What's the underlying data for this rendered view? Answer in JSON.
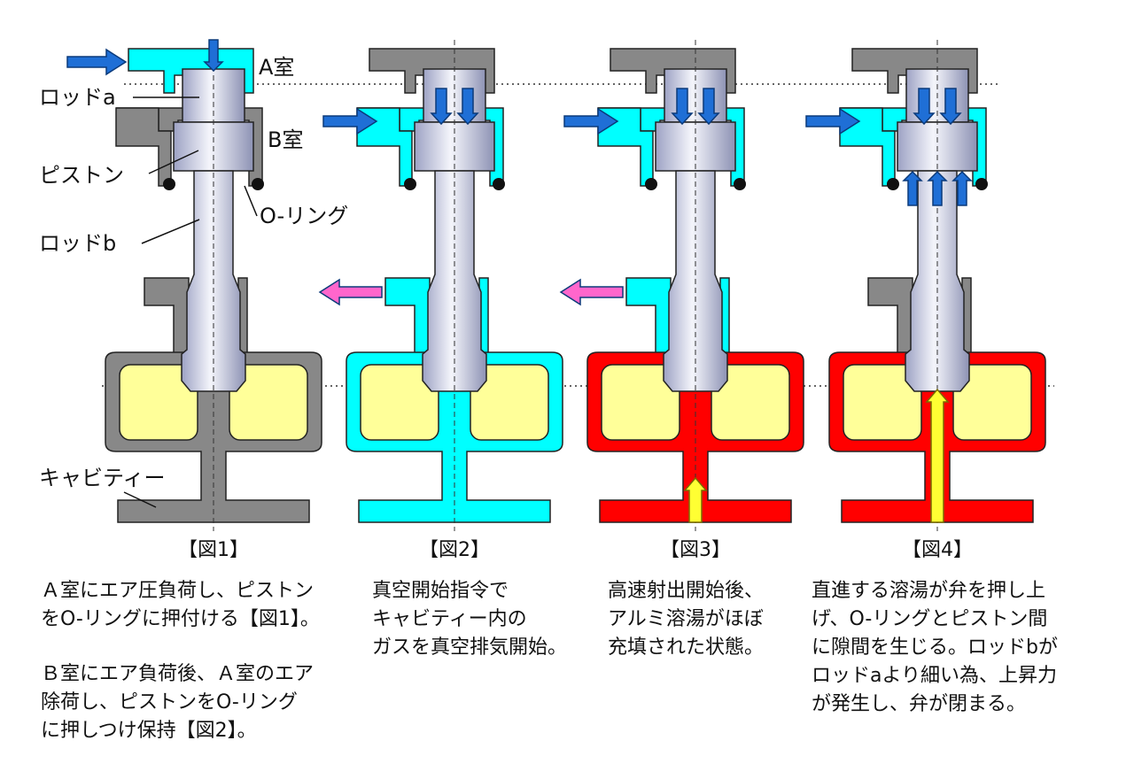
{
  "labels": {
    "chamber_a": "A室",
    "chamber_b": "B室",
    "rod_a": "ロッドa",
    "piston": "ピストン",
    "o_ring": "O-リング",
    "rod_b": "ロッドb",
    "cavity": "キャビティー"
  },
  "captions": [
    "【図1】",
    "【図2】",
    "【図3】",
    "【図4】"
  ],
  "descriptions": {
    "fig1_a": "Ａ室にエア圧負荷し、ピストン\nをO-リングに押付ける【図1】。",
    "fig1_b": "Ｂ室にエア負荷後、Ａ室のエア\n除荷し、ピストンをO-リング\nに押しつけ保持【図2】。",
    "fig2": "真空開始指令で\nキャビティー内の\nガスを真空排気開始。",
    "fig3": "高速射出開始後、\nアルミ溶湯がほぼ\n充填された状態。",
    "fig4": "直進する溶湯が弁を押し上\nげ、O-リングとピストン間\nに隙間を生じる。ロッドbが\nロッドaより細い為、上昇力\nが発生し、弁が閉まる。"
  },
  "colors": {
    "steel": "#888888",
    "air": "#00ffff",
    "melt": "#ff0000",
    "block": "#ffff99",
    "arrow_blue": "#1f6fd6",
    "arrow_pink": "#ff66cc",
    "arrow_yellow": "#ffff33",
    "rod": "#d8dcee"
  }
}
